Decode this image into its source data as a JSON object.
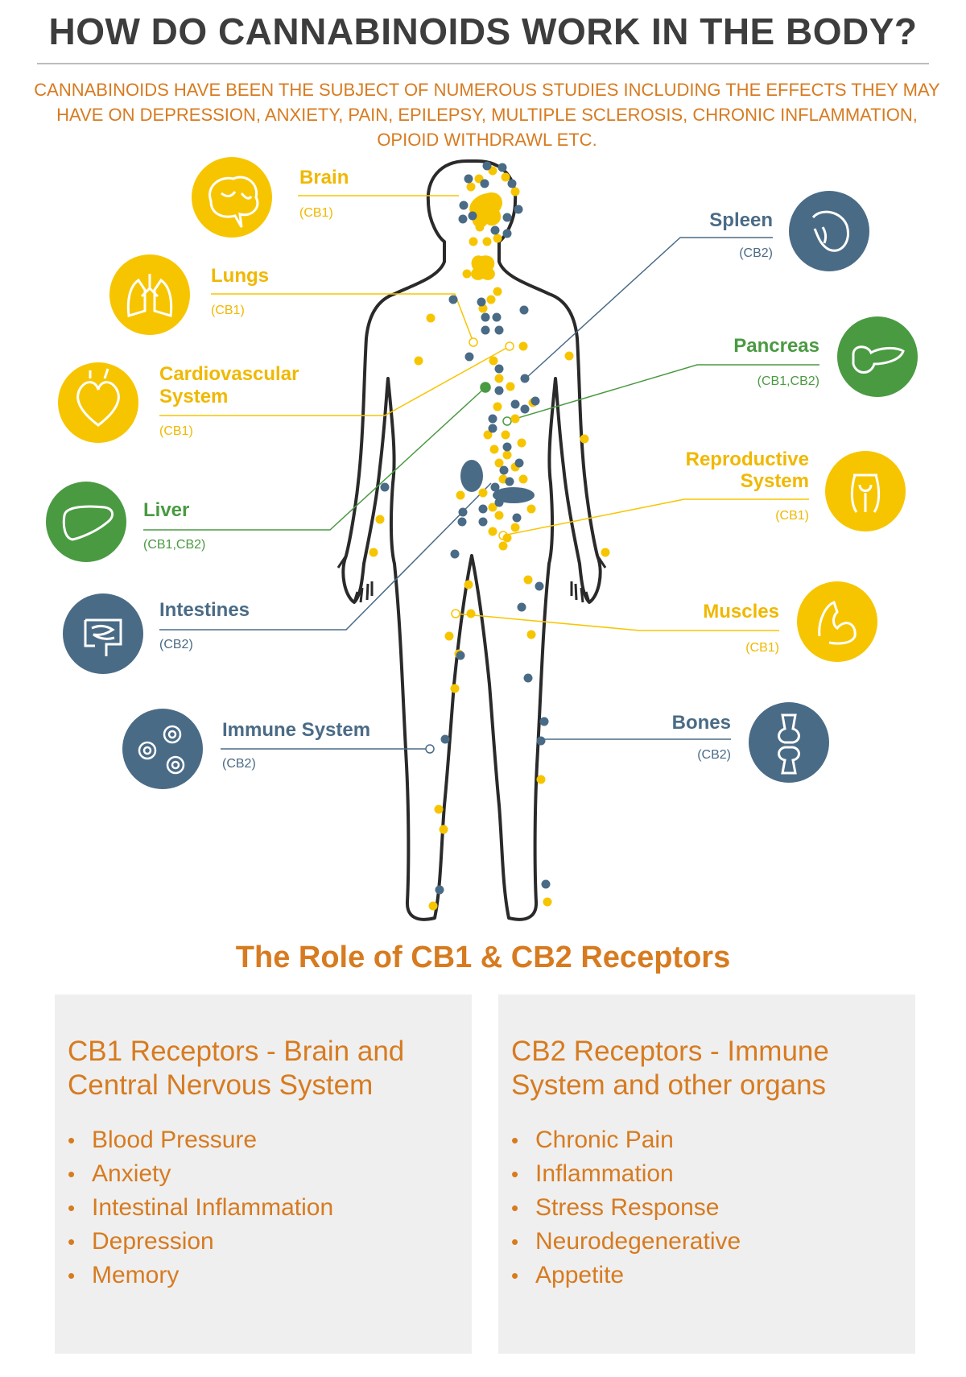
{
  "title": "HOW DO CANNABINOIDS WORK IN THE BODY?",
  "subtitle": "CANNABINOIDS HAVE BEEN THE SUBJECT OF NUMEROUS STUDIES INCLUDING THE EFFECTS THEY MAY HAVE ON DEPRESSION, ANXIETY, PAIN, EPILEPSY, MULTIPLE SCLEROSIS, CHRONIC INFLAMMATION, OPIOID WITHDRAWL ETC.",
  "colors": {
    "yellow": "#f7c500",
    "blue": "#4a6b86",
    "green": "#4a9a42",
    "orange": "#d77b20",
    "title": "#3d3d3d",
    "body_outline": "#2a2a2a"
  },
  "organs": {
    "brain": {
      "name": "Brain",
      "receptors": "(CB1)",
      "icon": "brain-icon"
    },
    "lungs": {
      "name": "Lungs",
      "receptors": "(CB1)",
      "icon": "lungs-icon"
    },
    "cardio": {
      "name": "Cardiovascular System",
      "receptors": "(CB1)",
      "icon": "heart-icon"
    },
    "liver": {
      "name": "Liver",
      "receptors": "(CB1,CB2)",
      "icon": "liver-icon"
    },
    "intestines": {
      "name": "Intestines",
      "receptors": "(CB2)",
      "icon": "intestines-icon"
    },
    "immune": {
      "name": "Immune System",
      "receptors": "(CB2)",
      "icon": "cells-icon"
    },
    "spleen": {
      "name": "Spleen",
      "receptors": "(CB2)",
      "icon": "spleen-icon"
    },
    "pancreas": {
      "name": "Pancreas",
      "receptors": "(CB1,CB2)",
      "icon": "pancreas-icon"
    },
    "reproductive": {
      "name": "Reproductive System",
      "receptors": "(CB1)",
      "icon": "reproductive-icon"
    },
    "muscles": {
      "name": "Muscles",
      "receptors": "(CB1)",
      "icon": "muscle-icon"
    },
    "bones": {
      "name": "Bones",
      "receptors": "(CB2)",
      "icon": "bone-icon"
    }
  },
  "role": {
    "title": "The Role of CB1 & CB2 Receptors",
    "cb1": {
      "title": "CB1 Receptors - Brain and Central Nervous System",
      "items": [
        "Blood Pressure",
        "Anxiety",
        "Intestinal Inflammation",
        "Depression",
        "Memory"
      ]
    },
    "cb2": {
      "title": "CB2 Receptors - Immune System and other organs",
      "items": [
        "Chronic Pain",
        "Inflammation",
        "Stress Response",
        "Neurodegenerative",
        "Appetite"
      ]
    }
  }
}
